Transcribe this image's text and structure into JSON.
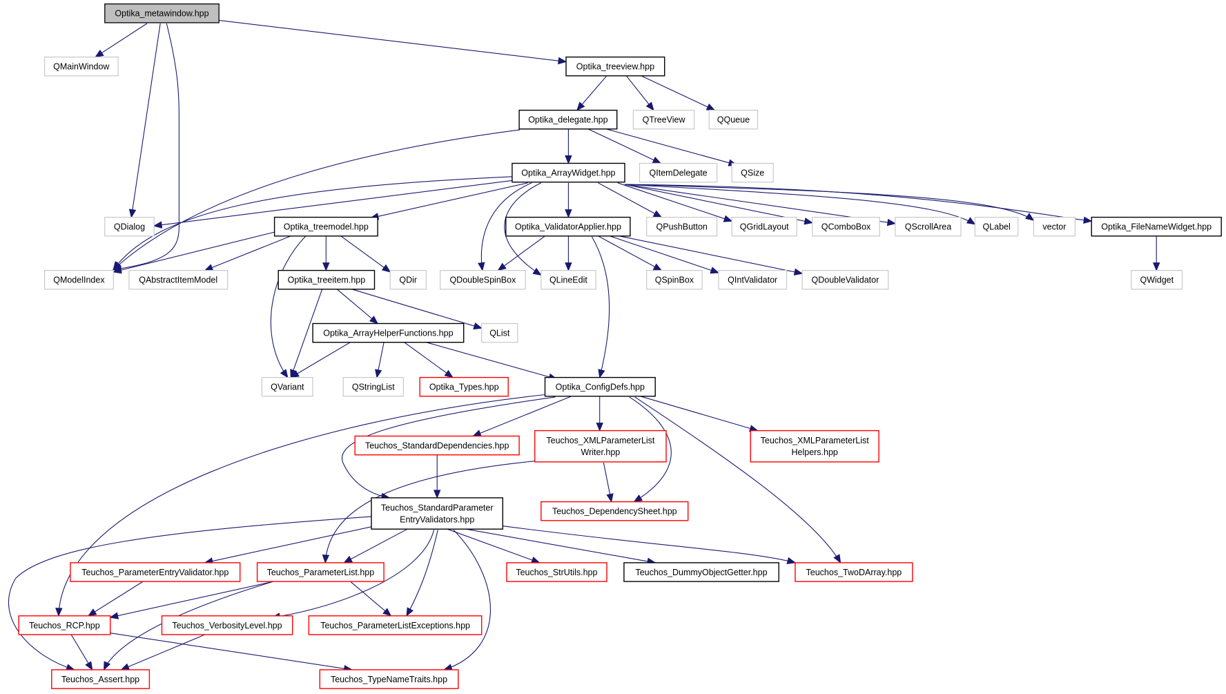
{
  "colors": {
    "edge": "#191970",
    "root_fill": "#bfbfbf",
    "documented_border": "#000000",
    "undocumented_border": "#c8c8c8",
    "truncated_border": "#ff0000"
  },
  "nodes": [
    {
      "id": "metawindow",
      "lines": [
        "Optika_metawindow.hpp"
      ],
      "kind": "root"
    },
    {
      "id": "QMainWindow",
      "lines": [
        "QMainWindow"
      ],
      "kind": "external"
    },
    {
      "id": "treeview",
      "lines": [
        "Optika_treeview.hpp"
      ],
      "kind": "documented"
    },
    {
      "id": "delegate",
      "lines": [
        "Optika_delegate.hpp"
      ],
      "kind": "documented"
    },
    {
      "id": "QTreeView",
      "lines": [
        "QTreeView"
      ],
      "kind": "external"
    },
    {
      "id": "QQueue",
      "lines": [
        "QQueue"
      ],
      "kind": "external"
    },
    {
      "id": "ArrayWidget",
      "lines": [
        "Optika_ArrayWidget.hpp"
      ],
      "kind": "documented"
    },
    {
      "id": "QItemDelegate",
      "lines": [
        "QItemDelegate"
      ],
      "kind": "external"
    },
    {
      "id": "QSize",
      "lines": [
        "QSize"
      ],
      "kind": "external"
    },
    {
      "id": "QDialog",
      "lines": [
        "QDialog"
      ],
      "kind": "external"
    },
    {
      "id": "treemodel",
      "lines": [
        "Optika_treemodel.hpp"
      ],
      "kind": "documented"
    },
    {
      "id": "ValidatorApplier",
      "lines": [
        "Optika_ValidatorApplier.hpp"
      ],
      "kind": "documented"
    },
    {
      "id": "QPushButton",
      "lines": [
        "QPushButton"
      ],
      "kind": "external"
    },
    {
      "id": "QGridLayout",
      "lines": [
        "QGridLayout"
      ],
      "kind": "external"
    },
    {
      "id": "QComboBox",
      "lines": [
        "QComboBox"
      ],
      "kind": "external"
    },
    {
      "id": "QScrollArea",
      "lines": [
        "QScrollArea"
      ],
      "kind": "external"
    },
    {
      "id": "QLabel",
      "lines": [
        "QLabel"
      ],
      "kind": "external"
    },
    {
      "id": "vector",
      "lines": [
        "vector"
      ],
      "kind": "external"
    },
    {
      "id": "FileNameWidget",
      "lines": [
        "Optika_FileNameWidget.hpp"
      ],
      "kind": "documented"
    },
    {
      "id": "QModelIndex",
      "lines": [
        "QModelIndex"
      ],
      "kind": "external"
    },
    {
      "id": "QAbstractItemModel",
      "lines": [
        "QAbstractItemModel"
      ],
      "kind": "external"
    },
    {
      "id": "treeitem",
      "lines": [
        "Optika_treeitem.hpp"
      ],
      "kind": "documented"
    },
    {
      "id": "QDir",
      "lines": [
        "QDir"
      ],
      "kind": "external"
    },
    {
      "id": "QDoubleSpinBox",
      "lines": [
        "QDoubleSpinBox"
      ],
      "kind": "external"
    },
    {
      "id": "QLineEdit",
      "lines": [
        "QLineEdit"
      ],
      "kind": "external"
    },
    {
      "id": "QSpinBox",
      "lines": [
        "QSpinBox"
      ],
      "kind": "external"
    },
    {
      "id": "QIntValidator",
      "lines": [
        "QIntValidator"
      ],
      "kind": "external"
    },
    {
      "id": "QDoubleValidator",
      "lines": [
        "QDoubleValidator"
      ],
      "kind": "external"
    },
    {
      "id": "QWidget",
      "lines": [
        "QWidget"
      ],
      "kind": "external"
    },
    {
      "id": "ArrayHelperFunctions",
      "lines": [
        "Optika_ArrayHelperFunctions.hpp"
      ],
      "kind": "documented"
    },
    {
      "id": "QList",
      "lines": [
        "QList"
      ],
      "kind": "external"
    },
    {
      "id": "QVariant",
      "lines": [
        "QVariant"
      ],
      "kind": "external"
    },
    {
      "id": "QStringList",
      "lines": [
        "QStringList"
      ],
      "kind": "external"
    },
    {
      "id": "Types",
      "lines": [
        "Optika_Types.hpp"
      ],
      "kind": "truncated"
    },
    {
      "id": "ConfigDefs",
      "lines": [
        "Optika_ConfigDefs.hpp"
      ],
      "kind": "documented"
    },
    {
      "id": "StandardDependencies",
      "lines": [
        "Teuchos_StandardDependencies.hpp"
      ],
      "kind": "truncated"
    },
    {
      "id": "XMLWriter",
      "lines": [
        "Teuchos_XMLParameterList",
        "Writer.hpp"
      ],
      "kind": "truncated"
    },
    {
      "id": "XMLHelpers",
      "lines": [
        "Teuchos_XMLParameterList",
        "Helpers.hpp"
      ],
      "kind": "truncated"
    },
    {
      "id": "SPEV",
      "lines": [
        "Teuchos_StandardParameter",
        "EntryValidators.hpp"
      ],
      "kind": "documented"
    },
    {
      "id": "DependencySheet",
      "lines": [
        "Teuchos_DependencySheet.hpp"
      ],
      "kind": "truncated"
    },
    {
      "id": "PEV",
      "lines": [
        "Teuchos_ParameterEntryValidator.hpp"
      ],
      "kind": "truncated"
    },
    {
      "id": "ParameterList",
      "lines": [
        "Teuchos_ParameterList.hpp"
      ],
      "kind": "truncated"
    },
    {
      "id": "StrUtils",
      "lines": [
        "Teuchos_StrUtils.hpp"
      ],
      "kind": "truncated"
    },
    {
      "id": "DummyObjectGetter",
      "lines": [
        "Teuchos_DummyObjectGetter.hpp"
      ],
      "kind": "documented"
    },
    {
      "id": "TwoDArray",
      "lines": [
        "Teuchos_TwoDArray.hpp"
      ],
      "kind": "truncated"
    },
    {
      "id": "RCP",
      "lines": [
        "Teuchos_RCP.hpp"
      ],
      "kind": "truncated"
    },
    {
      "id": "VerbosityLevel",
      "lines": [
        "Teuchos_VerbosityLevel.hpp"
      ],
      "kind": "truncated"
    },
    {
      "id": "PLExceptions",
      "lines": [
        "Teuchos_ParameterListExceptions.hpp"
      ],
      "kind": "truncated"
    },
    {
      "id": "Assert",
      "lines": [
        "Teuchos_Assert.hpp"
      ],
      "kind": "truncated"
    },
    {
      "id": "TypeNameTraits",
      "lines": [
        "Teuchos_TypeNameTraits.hpp"
      ],
      "kind": "truncated"
    }
  ],
  "edges": [
    [
      "metawindow",
      "QMainWindow"
    ],
    [
      "metawindow",
      "treeview"
    ],
    [
      "metawindow",
      "QDialog"
    ],
    [
      "metawindow",
      "QModelIndex"
    ],
    [
      "treeview",
      "delegate"
    ],
    [
      "treeview",
      "QTreeView"
    ],
    [
      "treeview",
      "QQueue"
    ],
    [
      "delegate",
      "ArrayWidget"
    ],
    [
      "delegate",
      "QItemDelegate"
    ],
    [
      "delegate",
      "QSize"
    ],
    [
      "delegate",
      "QModelIndex"
    ],
    [
      "ArrayWidget",
      "QDialog"
    ],
    [
      "ArrayWidget",
      "treemodel"
    ],
    [
      "ArrayWidget",
      "ValidatorApplier"
    ],
    [
      "ArrayWidget",
      "QModelIndex"
    ],
    [
      "ArrayWidget",
      "QDoubleSpinBox"
    ],
    [
      "ArrayWidget",
      "QLineEdit"
    ],
    [
      "ArrayWidget",
      "QPushButton"
    ],
    [
      "ArrayWidget",
      "QGridLayout"
    ],
    [
      "ArrayWidget",
      "QComboBox"
    ],
    [
      "ArrayWidget",
      "QScrollArea"
    ],
    [
      "ArrayWidget",
      "QLabel"
    ],
    [
      "ArrayWidget",
      "vector"
    ],
    [
      "ArrayWidget",
      "FileNameWidget"
    ],
    [
      "treemodel",
      "QModelIndex"
    ],
    [
      "treemodel",
      "QAbstractItemModel"
    ],
    [
      "treemodel",
      "treeitem"
    ],
    [
      "treemodel",
      "QDir"
    ],
    [
      "treemodel",
      "QVariant"
    ],
    [
      "ValidatorApplier",
      "QDoubleSpinBox"
    ],
    [
      "ValidatorApplier",
      "QLineEdit"
    ],
    [
      "ValidatorApplier",
      "QSpinBox"
    ],
    [
      "ValidatorApplier",
      "QIntValidator"
    ],
    [
      "ValidatorApplier",
      "QDoubleValidator"
    ],
    [
      "ValidatorApplier",
      "ConfigDefs"
    ],
    [
      "FileNameWidget",
      "QWidget"
    ],
    [
      "treeitem",
      "ArrayHelperFunctions"
    ],
    [
      "treeitem",
      "QList"
    ],
    [
      "treeitem",
      "QVariant"
    ],
    [
      "ArrayHelperFunctions",
      "QVariant"
    ],
    [
      "ArrayHelperFunctions",
      "QStringList"
    ],
    [
      "ArrayHelperFunctions",
      "Types"
    ],
    [
      "ArrayHelperFunctions",
      "ConfigDefs"
    ],
    [
      "ConfigDefs",
      "StandardDependencies"
    ],
    [
      "ConfigDefs",
      "XMLWriter"
    ],
    [
      "ConfigDefs",
      "XMLHelpers"
    ],
    [
      "ConfigDefs",
      "SPEV"
    ],
    [
      "ConfigDefs",
      "DependencySheet"
    ],
    [
      "ConfigDefs",
      "RCP"
    ],
    [
      "ConfigDefs",
      "TwoDArray"
    ],
    [
      "StandardDependencies",
      "SPEV"
    ],
    [
      "XMLWriter",
      "DependencySheet"
    ],
    [
      "XMLWriter",
      "ParameterList"
    ],
    [
      "SPEV",
      "PEV"
    ],
    [
      "SPEV",
      "ParameterList"
    ],
    [
      "SPEV",
      "StrUtils"
    ],
    [
      "SPEV",
      "DummyObjectGetter"
    ],
    [
      "SPEV",
      "TwoDArray"
    ],
    [
      "SPEV",
      "VerbosityLevel"
    ],
    [
      "SPEV",
      "PLExceptions"
    ],
    [
      "SPEV",
      "TypeNameTraits"
    ],
    [
      "SPEV",
      "Assert"
    ],
    [
      "PEV",
      "RCP"
    ],
    [
      "ParameterList",
      "RCP"
    ],
    [
      "ParameterList",
      "PLExceptions"
    ],
    [
      "ParameterList",
      "Assert"
    ],
    [
      "RCP",
      "Assert"
    ],
    [
      "RCP",
      "TypeNameTraits"
    ],
    [
      "VerbosityLevel",
      "Assert"
    ]
  ]
}
